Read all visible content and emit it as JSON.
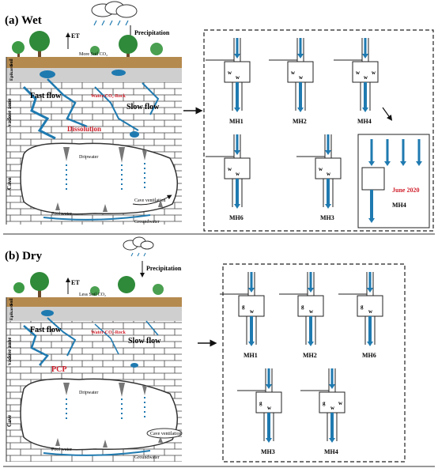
{
  "panels": {
    "wet": {
      "title": "(a) Wet",
      "soil_label": "More Soil CO₂",
      "et": "ET",
      "precip": "Precipitation",
      "zone_labels": [
        "Soil",
        "Epikarst",
        "vadose zone",
        "Cave"
      ],
      "flow_fast": "Fast flow",
      "flow_slow": "Slow flow",
      "water_co2_rock": "Water-CO₂-Rock",
      "process": "Dissolution",
      "dripwater": "Dripwater",
      "cave_ventilation": "Cave ventilation",
      "pool_water": "Pool water",
      "groundwater": "Groundwater",
      "sites": [
        "MH1",
        "MH2",
        "MH4",
        "MH6",
        "MH3"
      ],
      "june_label": "June 2020",
      "june_site": "MH4"
    },
    "dry": {
      "title": "(b) Dry",
      "soil_label": "Less Soil CO₂",
      "et": "ET",
      "precip": "Precipitation",
      "zone_labels": [
        "Soil",
        "Epikarst",
        "vadose zone",
        "Cave"
      ],
      "flow_fast": "Fast flow",
      "flow_slow": "Slow flow",
      "water_co2_rock": "Water-CO₂-Rock",
      "process": "PCP",
      "dripwater": "Dripwater",
      "cave_ventilation": "Cave ventilation",
      "pool_water": "Pool water",
      "groundwater": "Groundwater",
      "sites": [
        "MH1",
        "MH2",
        "MH6",
        "MH3",
        "MH4"
      ]
    }
  },
  "reservoir_letters": {
    "w": "w",
    "g": "g"
  },
  "colors": {
    "water": "#1f7ab0",
    "red": "#d0202c",
    "soil": "#b58a4f",
    "tree": "#2f8a3a",
    "grid": "#333333"
  }
}
